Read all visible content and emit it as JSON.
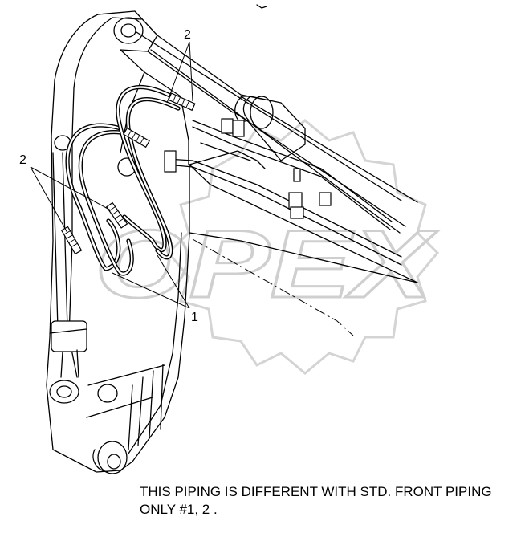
{
  "watermark": {
    "text": "OPEX"
  },
  "callouts": [
    {
      "id": "top-2",
      "text": "2"
    },
    {
      "id": "left-2",
      "text": "2"
    },
    {
      "id": "bottom-1",
      "text": "1"
    }
  ],
  "note": {
    "line1": "THIS PIPING IS DIFFERENT WITH STD. FRONT PIPING",
    "line2": "ONLY #1, 2 ."
  }
}
